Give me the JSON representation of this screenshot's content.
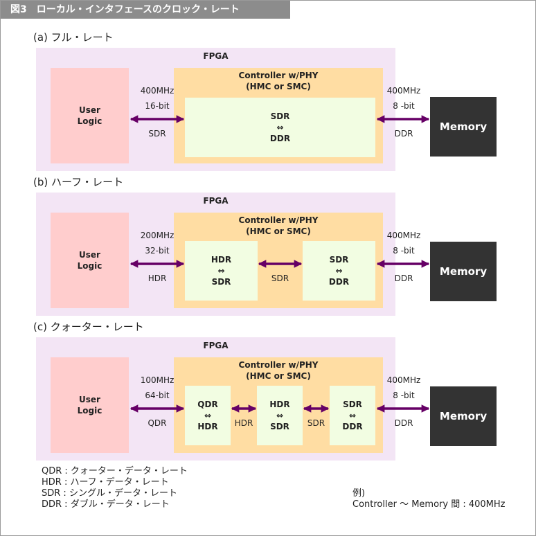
{
  "title": {
    "fig_no": "図3",
    "text": "ローカル・インタフェースのクロック・レート"
  },
  "colors": {
    "arrow": "#660066",
    "fpga_bg": "#f3e5f5",
    "user_logic_bg": "#ffcdcd",
    "controller_bg": "#ffdda3",
    "converter_bg": "#f2fde2",
    "memory_bg": "#333333"
  },
  "sections": [
    {
      "label": "(a) フル・レート",
      "fpga": "FPGA",
      "user_logic": "User\nLogic",
      "controller": "Controller w/PHY\n(HMC or SMC)",
      "converters": [
        "SDR\n⇔\nDDR"
      ],
      "inner_links": [],
      "left_freq": "400MHz",
      "left_width": "16-bit",
      "left_rate": "SDR",
      "right_freq": "400MHz",
      "right_width": "8 -bit",
      "right_rate": "DDR",
      "memory": "Memory"
    },
    {
      "label": "(b) ハーフ・レート",
      "fpga": "FPGA",
      "user_logic": "User\nLogic",
      "controller": "Controller w/PHY\n(HMC or SMC)",
      "converters": [
        "HDR\n⇔\nSDR",
        "SDR\n⇔\nDDR"
      ],
      "inner_links": [
        "SDR"
      ],
      "left_freq": "200MHz",
      "left_width": "32-bit",
      "left_rate": "HDR",
      "right_freq": "400MHz",
      "right_width": "8 -bit",
      "right_rate": "DDR",
      "memory": "Memory"
    },
    {
      "label": "(c) クォーター・レート",
      "fpga": "FPGA",
      "user_logic": "User\nLogic",
      "controller": "Controller w/PHY\n(HMC or SMC)",
      "converters": [
        "QDR\n⇔\nHDR",
        "HDR\n⇔\nSDR",
        "SDR\n⇔\nDDR"
      ],
      "inner_links": [
        "HDR",
        "SDR"
      ],
      "left_freq": "100MHz",
      "left_width": "64-bit",
      "left_rate": "QDR",
      "right_freq": "400MHz",
      "right_width": "8 -bit",
      "right_rate": "DDR",
      "memory": "Memory"
    }
  ],
  "legend": [
    "QDR : クォーター・データ・レート",
    "HDR : ハーフ・データ・レート",
    "SDR : シングル・データ・レート",
    "DDR : ダブル・データ・レート"
  ],
  "example": {
    "line1": "例)",
    "line2": "Controller ～ Memory 間 : 400MHz"
  }
}
